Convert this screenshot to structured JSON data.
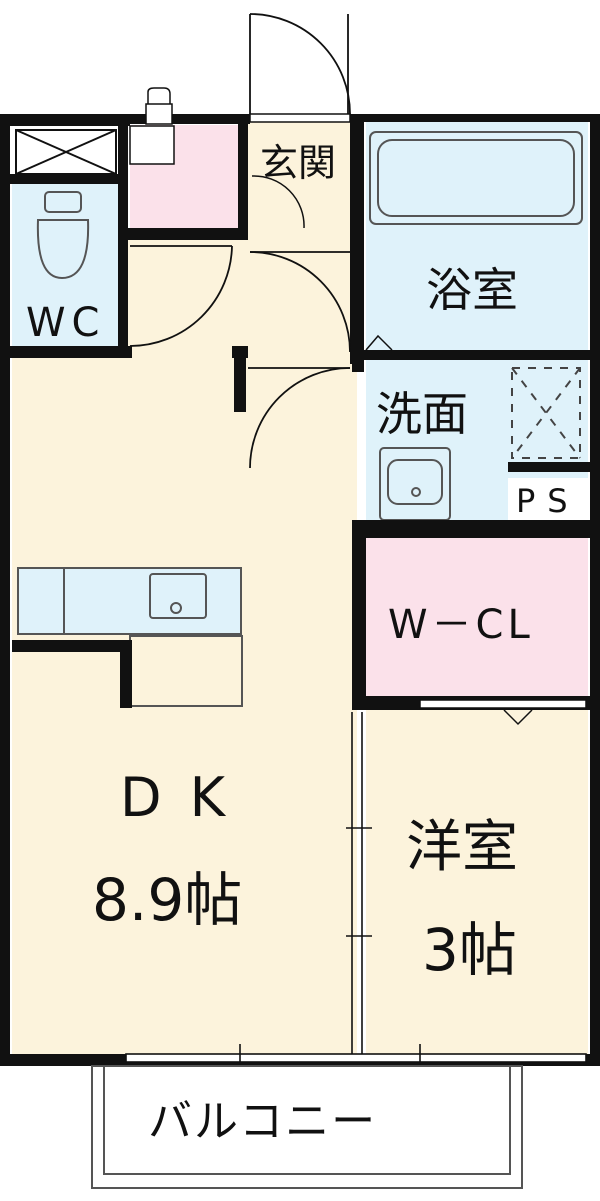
{
  "rooms": {
    "genkan": "玄関",
    "bath": "浴室",
    "wc": "WC",
    "washroom": "洗面",
    "ps": "PS",
    "wcl": "W－CL",
    "dk_name": "DK",
    "dk_size": "8.9帖",
    "western_name": "洋室",
    "western_size": "3帖",
    "balcony": "バルコニー"
  },
  "colors": {
    "wall": "#111111",
    "floor_cream": "#fcf3dc",
    "wet_blue": "#dff2fa",
    "closet_pink": "#fbe1ea",
    "outline": "#555555"
  }
}
